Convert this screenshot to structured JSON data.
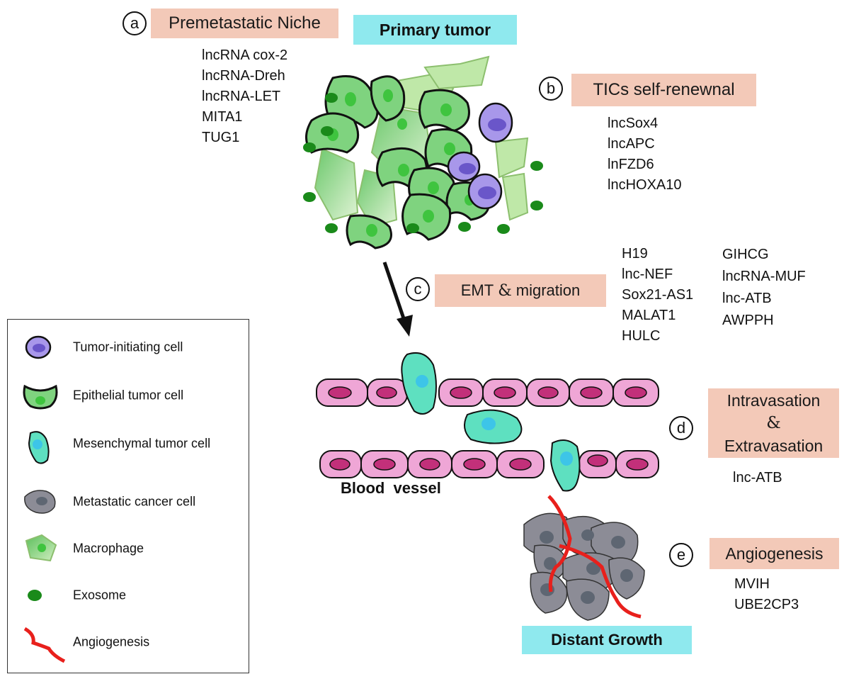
{
  "premetastatic": {
    "letter": "a",
    "title": "Premetastatic  Niche",
    "genes": [
      "lncRNA cox-2",
      "lncRNA-Dreh",
      "lncRNA-LET",
      "MITA1",
      "TUG1"
    ]
  },
  "primary_tumor": "Primary tumor",
  "tics": {
    "letter": "b",
    "title": "TICs self-renewnal",
    "genes": [
      "lncSox4",
      "lncAPC",
      "lnFZD6",
      "lncHOXA10"
    ]
  },
  "emt": {
    "letter": "c",
    "title_pre": "EMT",
    "title_amp": "&",
    "title_post": "migration",
    "genes_col1": [
      "H19",
      "lnc-NEF",
      "Sox21-AS1",
      "MALAT1",
      "HULC"
    ],
    "genes_col2": [
      "GIHCG",
      "lncRNA-MUF",
      "lnc-ATB",
      "AWPPH"
    ]
  },
  "intravasation": {
    "letter": "d",
    "line1": "Intravasation",
    "amp": "&",
    "line2": "Extravasation",
    "genes": [
      "lnc-ATB"
    ]
  },
  "blood_vessel": "Blood  vessel",
  "angiogenesis": {
    "letter": "e",
    "title": "Angiogenesis",
    "genes": [
      "MVIH",
      "UBE2CP3"
    ]
  },
  "distant_growth": "Distant Growth",
  "legend": [
    {
      "icon": "tumor-initiating-cell-icon",
      "label": "Tumor-initiating cell"
    },
    {
      "icon": "epithelial-tumor-cell-icon",
      "label": "Epithelial  tumor  cell"
    },
    {
      "icon": "mesenchymal-tumor-cell-icon",
      "label": "Mesenchymal tumor cell"
    },
    {
      "icon": "metastatic-cancer-cell-icon",
      "label": "Metastatic cancer cell"
    },
    {
      "icon": "macrophage-icon",
      "label": "Macrophage"
    },
    {
      "icon": "exosome-icon",
      "label": "Exosome"
    },
    {
      "icon": "angiogenesis-icon",
      "label": "Angiogenesis"
    }
  ],
  "colors": {
    "label_box": "#f3c9b8",
    "title_box": "#8fe9ee",
    "epithelial": "#7fd37f",
    "tic": "#9d8ee6",
    "mesenchymal": "#5ee0c0",
    "metastatic": "#8c8c96",
    "vessel_cell": "#efa6d6",
    "vessel_nucleus": "#c2307a",
    "exosome": "#1a8a1a",
    "vessel_red": "#e8201c"
  }
}
